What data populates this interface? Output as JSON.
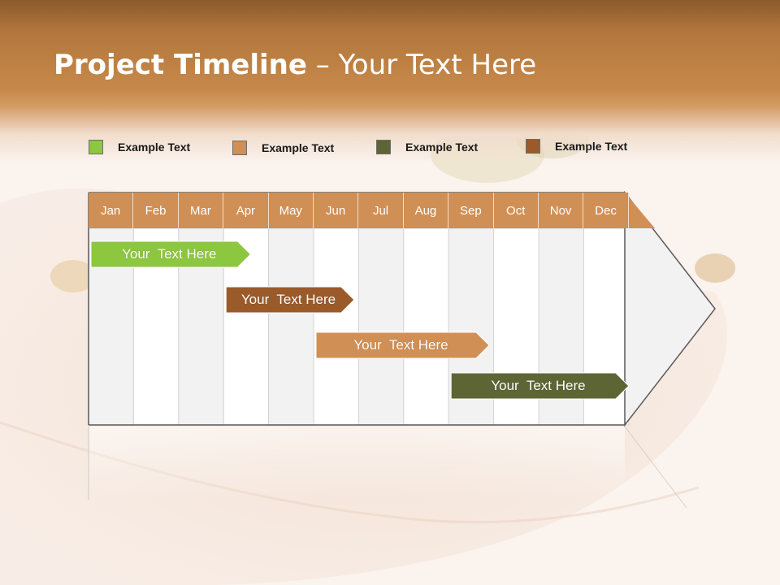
{
  "title": {
    "bold": "Project Timeline",
    "rest": " – Your Text Here"
  },
  "legend": [
    {
      "label": "Example Text",
      "color": "#8dc63f"
    },
    {
      "label": "Example Text",
      "color": "#d08f54"
    },
    {
      "label": "Example Text",
      "color": "#5e6534"
    },
    {
      "label": "Example Text",
      "color": "#9b5a2a"
    }
  ],
  "months": [
    "Jan",
    "Feb",
    "Mar",
    "Apr",
    "May",
    "Jun",
    "Jul",
    "Aug",
    "Sep",
    "Oct",
    "Nov",
    "Dec"
  ],
  "tasks": [
    {
      "label": "Your  Text Here",
      "start": 0.0,
      "end": 3.6,
      "color": "#8dc63f"
    },
    {
      "label": "Your  Text Here",
      "start": 3.0,
      "end": 5.9,
      "color": "#9b5a2a"
    },
    {
      "label": "Your  Text Here",
      "start": 5.0,
      "end": 8.9,
      "color": "#d08f54"
    },
    {
      "label": "Your  Text Here",
      "start": 8.0,
      "end": 12.0,
      "color": "#5e6534"
    }
  ]
}
